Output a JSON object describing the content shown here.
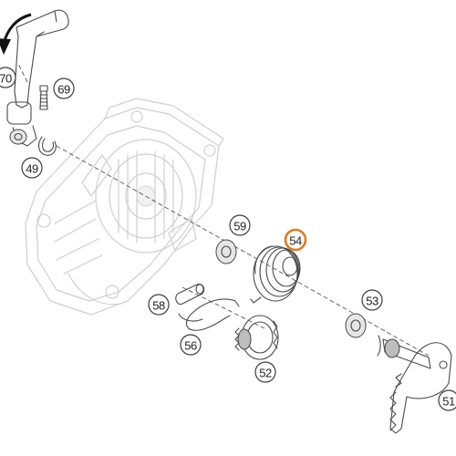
{
  "callouts": {
    "c70": "70",
    "c69": "69",
    "c49": "49",
    "c59": "59",
    "c54": "54",
    "c53": "53",
    "c58": "58",
    "c56": "56",
    "c52": "52",
    "c51": "51"
  },
  "highlighted_part": "54",
  "colors": {
    "highlight": "#e07a1f",
    "line": "#4a4a4a",
    "ghost": "#cfcfcf"
  },
  "icons": {
    "rotation_arrow": "curved-arrow-icon"
  }
}
